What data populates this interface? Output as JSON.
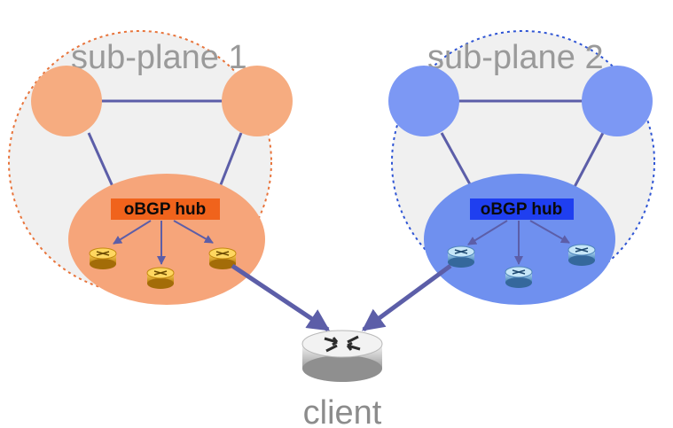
{
  "diagram": {
    "planes": [
      {
        "label": "sub-plane 1",
        "hub_label": "oBGP hub",
        "colors": {
          "border": "#e8743b",
          "node": "#f6ac80",
          "hub_area": "#f6a57a",
          "hub_box": "#f0631c",
          "router": "#e3a21a"
        }
      },
      {
        "label": "sub-plane 2",
        "hub_label": "oBGP hub",
        "colors": {
          "border": "#2f55d4",
          "node": "#7c98f4",
          "hub_area": "#6f90ef",
          "hub_box": "#1f3ff0",
          "router": "#6aaad8"
        }
      }
    ],
    "client": {
      "label": "client"
    },
    "colors": {
      "plane_fill": "#f0f0f0",
      "link": "#5c5ea8",
      "arrow": "#5c5ea8"
    }
  }
}
